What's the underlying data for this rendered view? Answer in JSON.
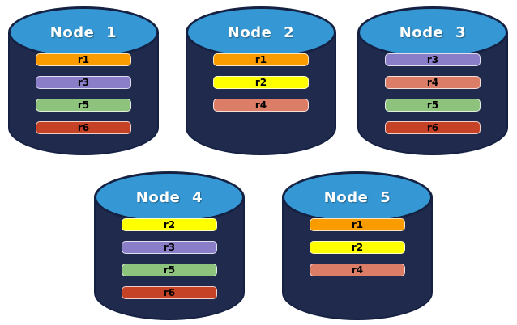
{
  "diagram": {
    "description": "Five database node cylinders showing replica placement",
    "colors": {
      "background": "#FFFFFF",
      "cylinder_body": "#1F2A4C",
      "cylinder_outline": "#152142",
      "cylinder_top": "#3598D4",
      "node_label_text": "#FFFFFF",
      "replica_label_text": "#000000"
    },
    "replica_colors": {
      "r1": "#FA9B00",
      "r2": "#FFFF00",
      "r3": "#8B7EC8",
      "r4": "#DC7E67",
      "r5": "#8DC37D",
      "r6": "#C64227"
    },
    "nodes": [
      {
        "label": "Node 1",
        "replicas": [
          "r1",
          "r3",
          "r5",
          "r6"
        ]
      },
      {
        "label": "Node 2",
        "replicas": [
          "r1",
          "r2",
          "r4"
        ]
      },
      {
        "label": "Node 3",
        "replicas": [
          "r3",
          "r4",
          "r5",
          "r6"
        ]
      },
      {
        "label": "Node 4",
        "replicas": [
          "r2",
          "r3",
          "r5",
          "r6"
        ]
      },
      {
        "label": "Node 5",
        "replicas": [
          "r1",
          "r2",
          "r4"
        ]
      }
    ]
  }
}
